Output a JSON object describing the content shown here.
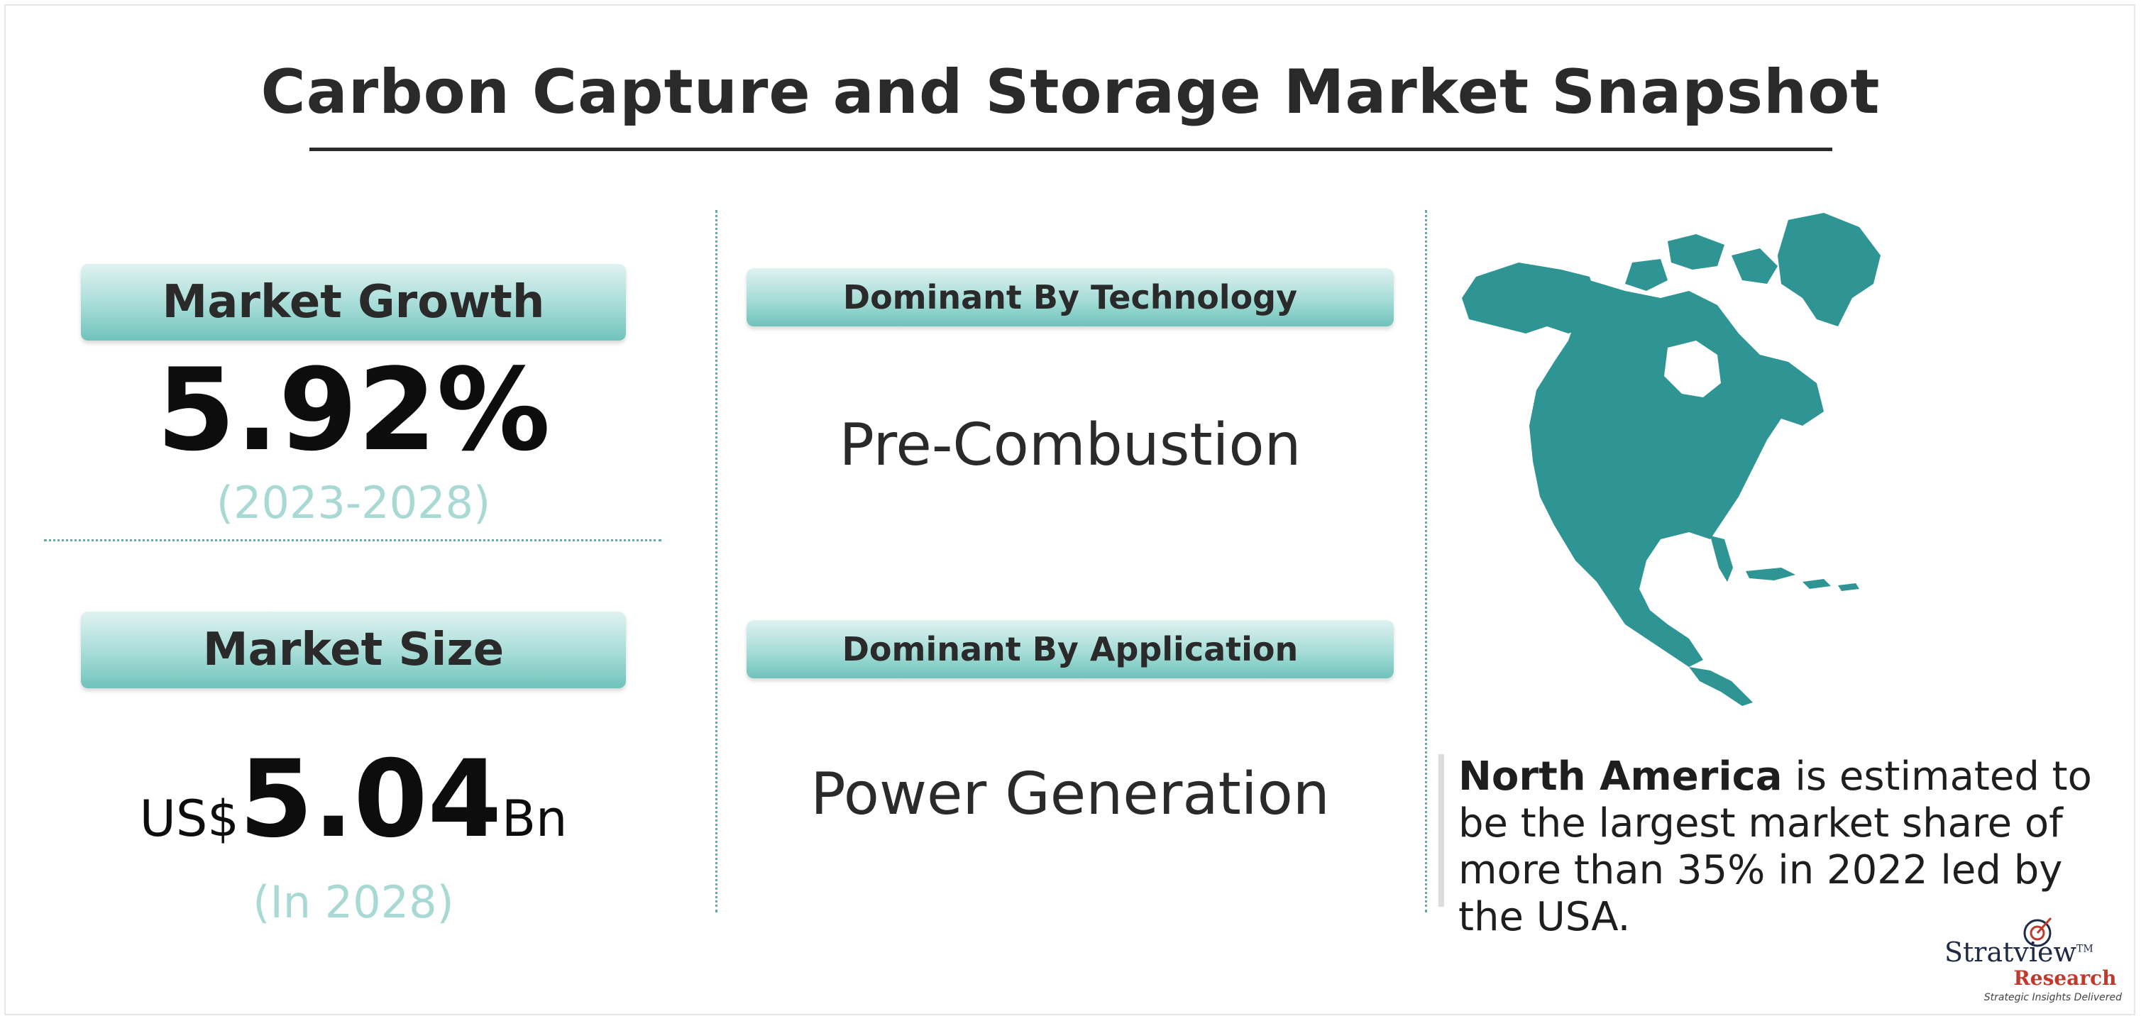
{
  "title": "Carbon Capture and Storage Market Snapshot",
  "market_growth": {
    "label": "Market Growth",
    "value": "5.92%",
    "period": "(2023-2028)"
  },
  "market_size": {
    "label": "Market Size",
    "prefix": "US$",
    "value": "5.04",
    "suffix": "Bn",
    "period": "(In 2028)"
  },
  "technology": {
    "label": "Dominant By Technology",
    "value": "Pre-Combustion"
  },
  "application": {
    "label": "Dominant By Application",
    "value": "Power Generation"
  },
  "region": {
    "name": "North America",
    "text": " is estimated to be the largest market share of more than 35% in 2022 led by the USA."
  },
  "logo": {
    "name": "Stratview",
    "tm": "TM",
    "sub": "Research",
    "tagline": "Strategic Insights Delivered"
  },
  "colors": {
    "accent": "#2e9494",
    "pill_dark": "#6fc3bb",
    "muted_text": "#a9d9d5"
  }
}
